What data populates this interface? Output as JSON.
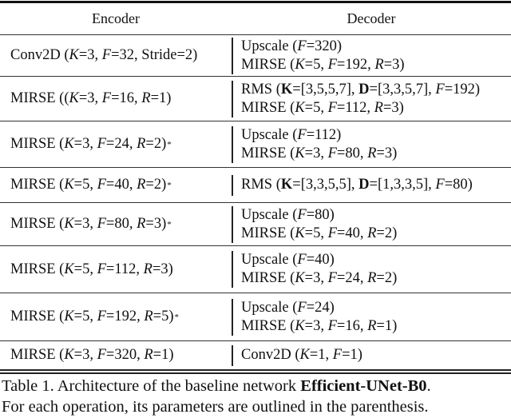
{
  "table": {
    "headers": {
      "encoder": "Encoder",
      "decoder": "Decoder"
    },
    "rows": [
      {
        "encoder": "Conv2D (K=3, F=32, Stride=2)",
        "mark": "",
        "decoder": [
          "Upscale (F=320)",
          "MIRSE (K=5, F=192, R=3)"
        ]
      },
      {
        "encoder": "MIRSE ((K=3, F=16, R=1)",
        "mark": "",
        "decoder": [
          "RMS (K=[3,5,5,7], D=[3,3,5,7], F=192)",
          "MIRSE (K=5, F=112, R=3)"
        ]
      },
      {
        "encoder": "MIRSE (K=3, F=24, R=2)",
        "mark": "*",
        "decoder": [
          "Upscale (F=112)",
          "MIRSE (K=3, F=80, R=3)"
        ]
      },
      {
        "encoder": "MIRSE (K=5, F=40, R=2)",
        "mark": "*",
        "decoder": [
          "RMS (K=[3,3,5,5], D=[1,3,3,5], F=80)"
        ]
      },
      {
        "encoder": "MIRSE (K=3, F=80, R=3)",
        "mark": "*",
        "decoder": [
          "Upscale (F=80)",
          "MIRSE (K=5, F=40, R=2)"
        ]
      },
      {
        "encoder": "MIRSE (K=5, F=112, R=3)",
        "mark": "",
        "decoder": [
          "Upscale (F=40)",
          "MIRSE (K=3, F=24, R=2)"
        ]
      },
      {
        "encoder": "MIRSE (K=5, F=192, R=5)",
        "mark": "*",
        "decoder": [
          "Upscale (F=24)",
          "MIRSE (K=3, F=16, R=1)"
        ]
      },
      {
        "encoder": "MIRSE (K=3, F=320, R=1)",
        "mark": "",
        "decoder": [
          "Conv2D (K=1, F=1)"
        ]
      }
    ]
  },
  "caption": {
    "prefix": "Table 1. Architecture of the baseline network ",
    "bold": "Efficient-UNet-B0",
    "suffix": ".",
    "line2": "For each operation, its parameters are outlined in the parenthesis."
  }
}
